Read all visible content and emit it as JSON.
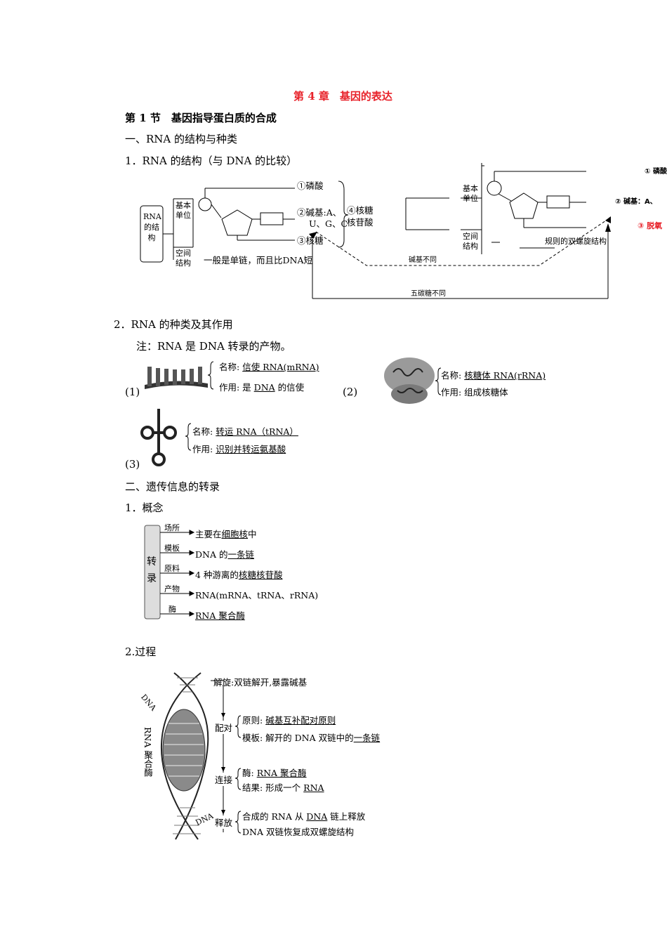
{
  "chapter_title": "第 4 章　基因的表达",
  "section_title": "第 1 节　基因指导蛋白质的合成",
  "part1": {
    "heading": "一、RNA 的结构与种类",
    "sub1": "1．RNA 的结构（与 DNA 的比较）",
    "rna_box": "RNA的结构",
    "basic_unit": "基本单位",
    "spatial": "空间结构",
    "phosphate": "①磷酸",
    "base_rna_a": "②碱基:A、",
    "base_rna_b": "U、G、C",
    "ribose": "③核糖",
    "nucleotide_a": "④核糖",
    "nucleotide_b": "核苷酸",
    "single_chain": "一般是单链，而且比DNA短",
    "dna_basic_unit": "基本单位",
    "dna_spatial": "空间结构",
    "dna_phosphate": "① 磷酸",
    "dna_base": "② 碱基：A、",
    "dna_sugar": "③ 脱氧",
    "double_helix": "规则的双螺旋结构",
    "base_diff": "碱基不同",
    "sugar_diff": "五碳糖不同",
    "sub2": "2．RNA 的种类及其作用",
    "note": "注：RNA 是 DNA 转录的产物。",
    "types": [
      {
        "num": "(1)",
        "name_label": "名称: ",
        "name": "信使 RNA(mRNA)",
        "role_label": "作用: 是 ",
        "role": "DNA",
        "role_tail": " 的信使"
      },
      {
        "num": "(2)",
        "name_label": "名称: ",
        "name": "核糖体 RNA(rRNA)",
        "role_label": "作用: 组成核糖体",
        "role": "",
        "role_tail": ""
      },
      {
        "num": "(3)",
        "name_label": "名称: ",
        "name": "转运 RNA（tRNA）",
        "role_label": "作用: ",
        "role": "识别并转运氨基酸",
        "role_tail": ""
      }
    ]
  },
  "part2": {
    "heading": "二、遗传信息的转录",
    "sub1": "1．概念",
    "box": "转录",
    "rows": [
      {
        "label": "场所",
        "pre": "主要在",
        "val": "细胞核",
        "post": "中"
      },
      {
        "label": "模板",
        "pre": "DNA 的",
        "val": "一条链",
        "post": ""
      },
      {
        "label": "原料",
        "pre": "4 种游离的",
        "val": "核糖核苷酸",
        "post": ""
      },
      {
        "label": "产物",
        "pre": "RNA(mRNA、tRNA、rRNA)",
        "val": "",
        "post": ""
      },
      {
        "label": "酶",
        "pre": "",
        "val": "RNA 聚合酶",
        "post": ""
      }
    ],
    "sub2": "2.过程",
    "dna_label": "DNA",
    "dna_label2": "DNA",
    "enzyme_label": "RNA 聚合酶",
    "steps": {
      "unwind": "解旋:双链解开,暴露碱基",
      "pair": "配对",
      "rule_label": "原则: ",
      "rule": "碱基互补配对原则",
      "template_label": "模板: 解开的 DNA 双链中的",
      "template": "一条链",
      "link": "连接",
      "enzyme_label": "酶: ",
      "enzyme": "RNA 聚合酶",
      "result_label": "结果: 形成一个 ",
      "result": "RNA",
      "release": "释放",
      "release1_a": "合成的 RNA 从 ",
      "release1_b": "DNA",
      "release1_c": " 链上释放",
      "release2": "DNA 双链恢复成双螺旋结构"
    }
  }
}
